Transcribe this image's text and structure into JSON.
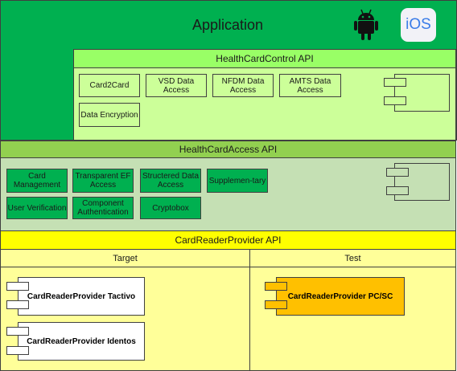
{
  "application": {
    "title": "Application"
  },
  "platform_icons": {
    "android": "android-icon",
    "ios_label": "iOS"
  },
  "health_card_control": {
    "title": "HealthCardControl API",
    "modules": [
      "Card2Card",
      "VSD Data Access",
      "NFDM Data Access",
      "AMTS Data Access",
      "Data Encryption"
    ]
  },
  "health_card_access": {
    "title": "HealthCardAccess API",
    "modules": [
      "Card Management",
      "Transparent EF Access",
      "Structered Data Access",
      "Supplemen-tary",
      "User Verification",
      "Component Authentication",
      "Cryptobox"
    ]
  },
  "card_reader_provider": {
    "title": "CardReaderProvider API",
    "columns": [
      "Target",
      "Test"
    ],
    "target_components": [
      "CardReaderProvider Tactivo",
      "CardReaderProvider Identos"
    ],
    "test_components": [
      "CardReaderProvider PC/SC"
    ]
  },
  "colors": {
    "application": "#00b050",
    "health_card_control_header": "#99ff66",
    "health_card_control_body": "#ccff99",
    "health_card_access_header": "#92d050",
    "health_card_access_body": "#c5e0b4",
    "card_reader_provider_header": "#ffff00",
    "card_reader_provider_body": "#ffff99",
    "pcsc_component": "#ffc000"
  }
}
